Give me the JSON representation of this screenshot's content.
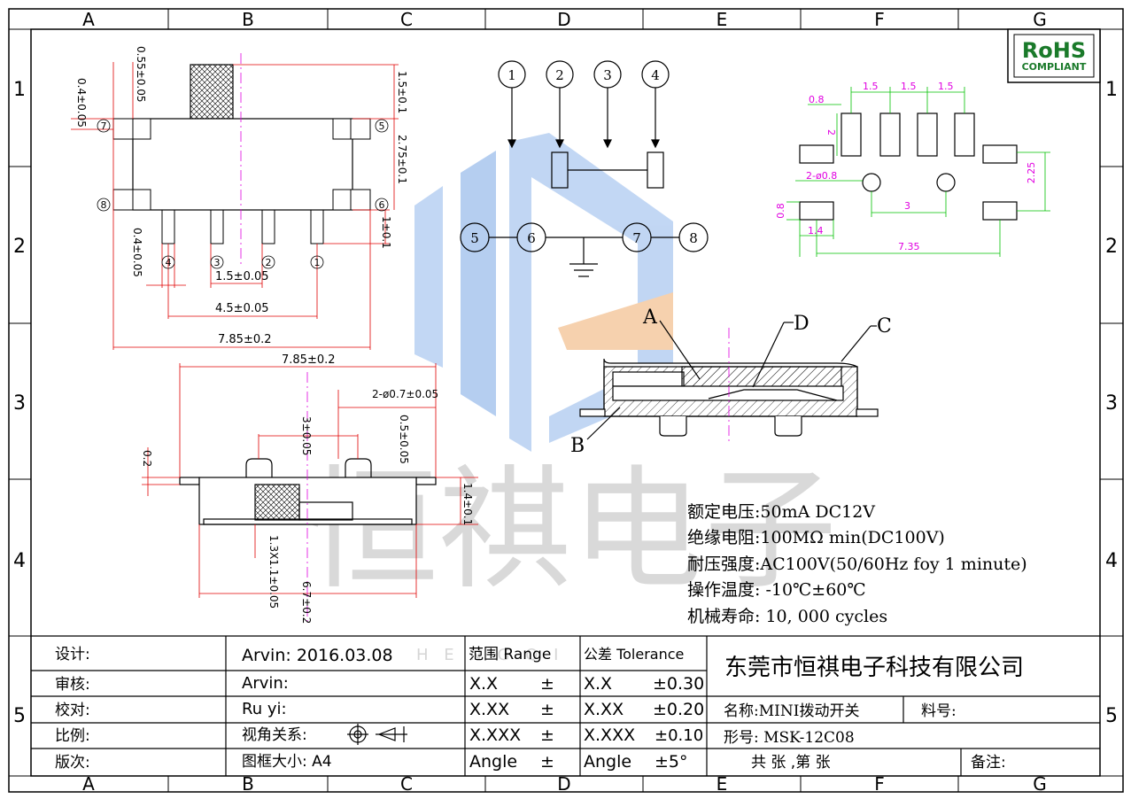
{
  "frame": {
    "col_labels": [
      "A",
      "B",
      "C",
      "D",
      "E",
      "F",
      "G"
    ],
    "row_labels": [
      "1",
      "2",
      "3",
      "4",
      "5"
    ]
  },
  "rohs": {
    "line1": "RoHS",
    "line2": "COMPLIANT"
  },
  "watermark": {
    "chars": "恒祺电子",
    "latin": "H E N G Q I"
  },
  "top_view": {
    "dims": [
      "0.55±0.05",
      "0.4±0.05",
      "1.5±0.1",
      "2.75±0.1",
      "1±0.1",
      "0.4±0.05",
      "1.5±0.05",
      "4.5±0.05",
      "7.85±0.2"
    ],
    "pin_labels": [
      "7",
      "8",
      "5",
      "6",
      "4",
      "3",
      "2",
      "1"
    ]
  },
  "side_view": {
    "dims": [
      "7.85±0.2",
      "2-ø0.7±0.05",
      "3±0.05",
      "0.5±0.05",
      "0.2",
      "1.4±0.1",
      "1.3X1.1±0.05",
      "6.7±0.2"
    ]
  },
  "schematic": {
    "top_pins": [
      "1",
      "2",
      "3",
      "4"
    ],
    "bottom_pins": [
      "5",
      "6",
      "7",
      "8"
    ]
  },
  "section": {
    "labels": [
      "A",
      "B",
      "C",
      "D"
    ]
  },
  "pcb": {
    "dims": [
      "0.8",
      "1.5",
      "1.5",
      "1.5",
      "2",
      "2-ø0.8",
      "2.25",
      "0.8",
      "3",
      "1.4",
      "7.35"
    ]
  },
  "specs": [
    "额定电压:50mA DC12V",
    "绝缘电阻:100MΩ min(DC100V)",
    "耐压强度:AC100V(50/60Hz foy 1 minute)",
    "操作温度: -10℃±60℃",
    "机械寿命: 10, 000 cycles"
  ],
  "title_block": {
    "labels": [
      "设计:",
      "审核:",
      "校对:",
      "比例:",
      "版次:"
    ],
    "values": [
      "Arvin:  2016.03.08",
      "Arvin:",
      "Ru yi:",
      "视角关系:",
      "图框大小:  A4"
    ],
    "range_header": "范围 Range",
    "tol_header": "公差 Tolerance",
    "range_rows": [
      [
        "X.X",
        "±"
      ],
      [
        "X.XX",
        "±"
      ],
      [
        "X.XXX",
        "±"
      ],
      [
        "Angle",
        "±"
      ]
    ],
    "tol_rows": [
      [
        "X.X",
        "±0.30"
      ],
      [
        "X.XX",
        "±0.20"
      ],
      [
        "X.XXX",
        "±0.10"
      ],
      [
        "Angle",
        "±5°"
      ]
    ],
    "company": "东莞市恒祺电子科技有限公司",
    "name": "名称:MINI拨动开关",
    "part_no": "料号:",
    "model": "形号: MSK-12C08",
    "sheets": "共   张 ,第   张",
    "remark": "备注:"
  },
  "colors": {
    "dim_red": "#e00000",
    "dim_green": "#00c000",
    "pcb_magenta": "#e000e0",
    "watermark_blue": "#a9c6ee",
    "watermark_orange": "#f5c9a0"
  }
}
